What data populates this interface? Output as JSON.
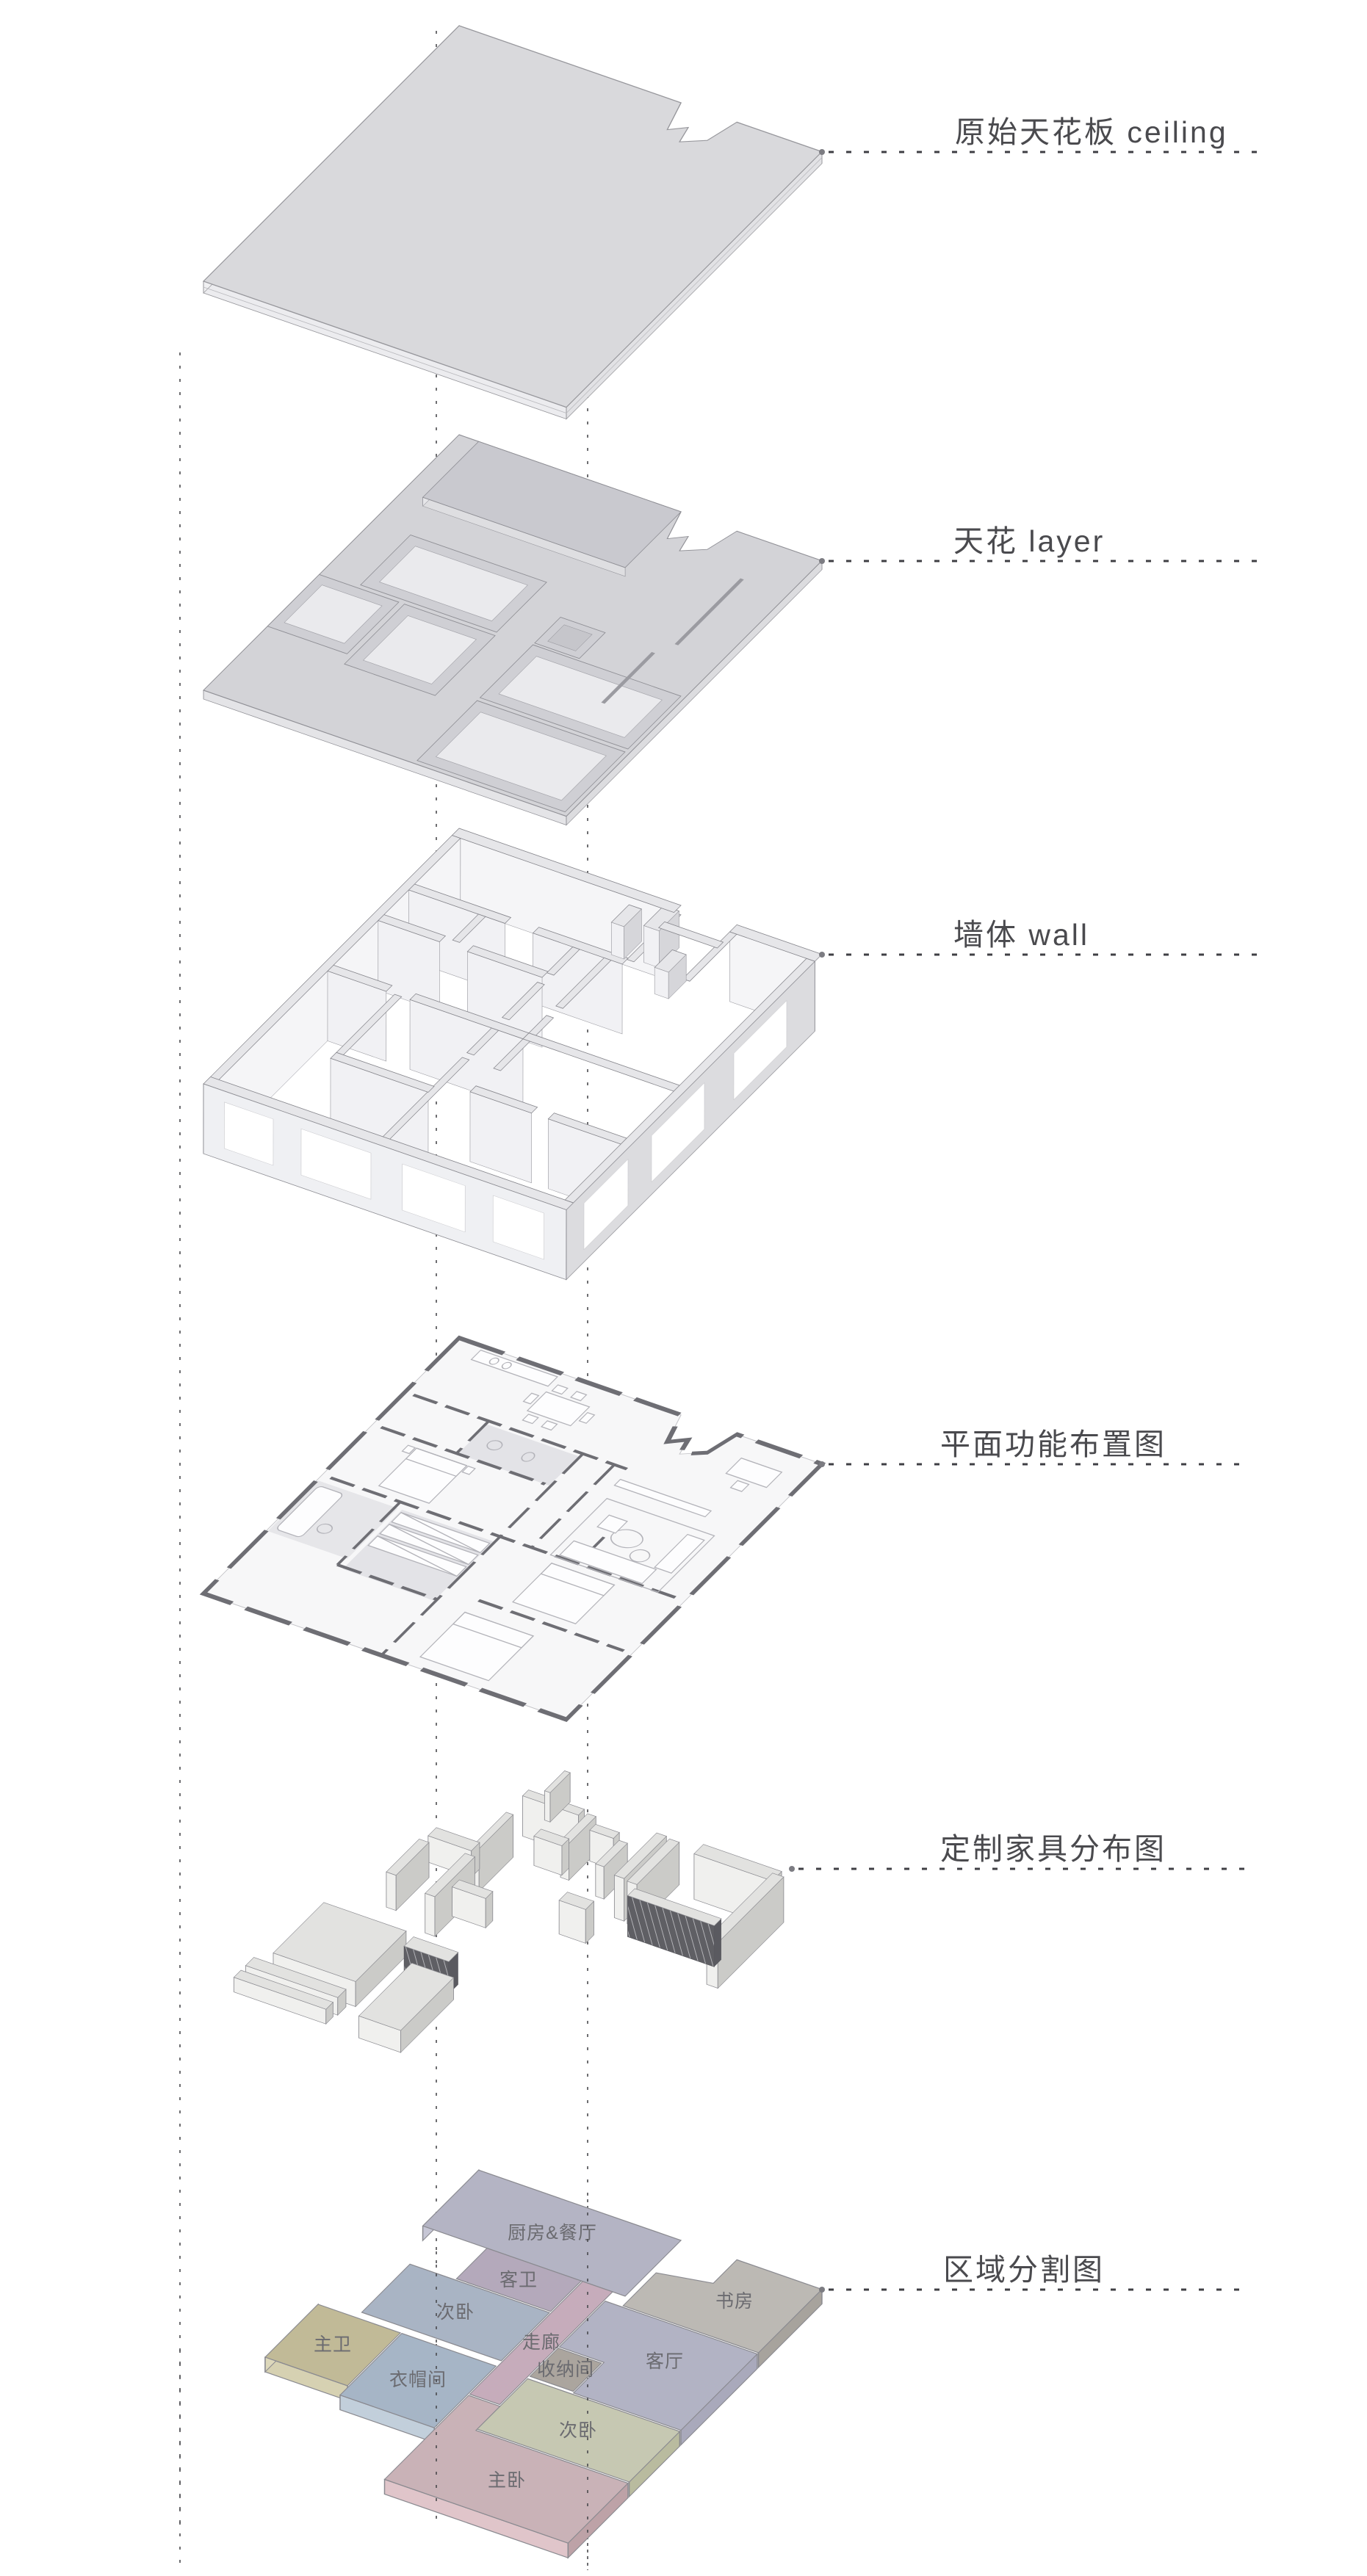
{
  "diagram": {
    "type": "exploded-axonometric-interior-plan",
    "background": "#ffffff",
    "layer_labels": [
      {
        "id": "original-ceiling",
        "label": "原始天花板 ceiling"
      },
      {
        "id": "ceiling-design",
        "label": "天花 layer"
      },
      {
        "id": "walls",
        "label": "墙体 wall"
      },
      {
        "id": "floor-plan",
        "label": "平面功能布置图"
      },
      {
        "id": "custom-furniture",
        "label": "定制家具分布图"
      },
      {
        "id": "zone-partition",
        "label": "区域分割图"
      }
    ],
    "zones": [
      {
        "name": "厨房&餐厅",
        "color": "#b4b4c4"
      },
      {
        "name": "书房",
        "color": "#bcb9b4"
      },
      {
        "name": "客卫",
        "color": "#b4a9bb"
      },
      {
        "name": "客厅",
        "color": "#b2b3c4"
      },
      {
        "name": "次卧",
        "color": "#a9b4c4"
      },
      {
        "name": "走廊",
        "color": "#c6acbb"
      },
      {
        "name": "收纳间",
        "color": "#aba59e"
      },
      {
        "name": "次卧",
        "color": "#c6c8b2"
      },
      {
        "name": "主卫",
        "color": "#c1ba97"
      },
      {
        "name": "衣帽间",
        "color": "#a6b5c6"
      },
      {
        "name": "主卧",
        "color": "#c9b2b7"
      }
    ],
    "palette": {
      "label_text": "#4a4a4e",
      "leader_line": "#3f3f44",
      "guide_line": "#4a4a4e",
      "zone_label_text": "#6b6b70",
      "slab_gray": "#d9d9dc",
      "ceiling_gray": "#d3d3d7",
      "wall_gray": "#e6e6e9",
      "floor_white": "#f7f7f8"
    }
  }
}
